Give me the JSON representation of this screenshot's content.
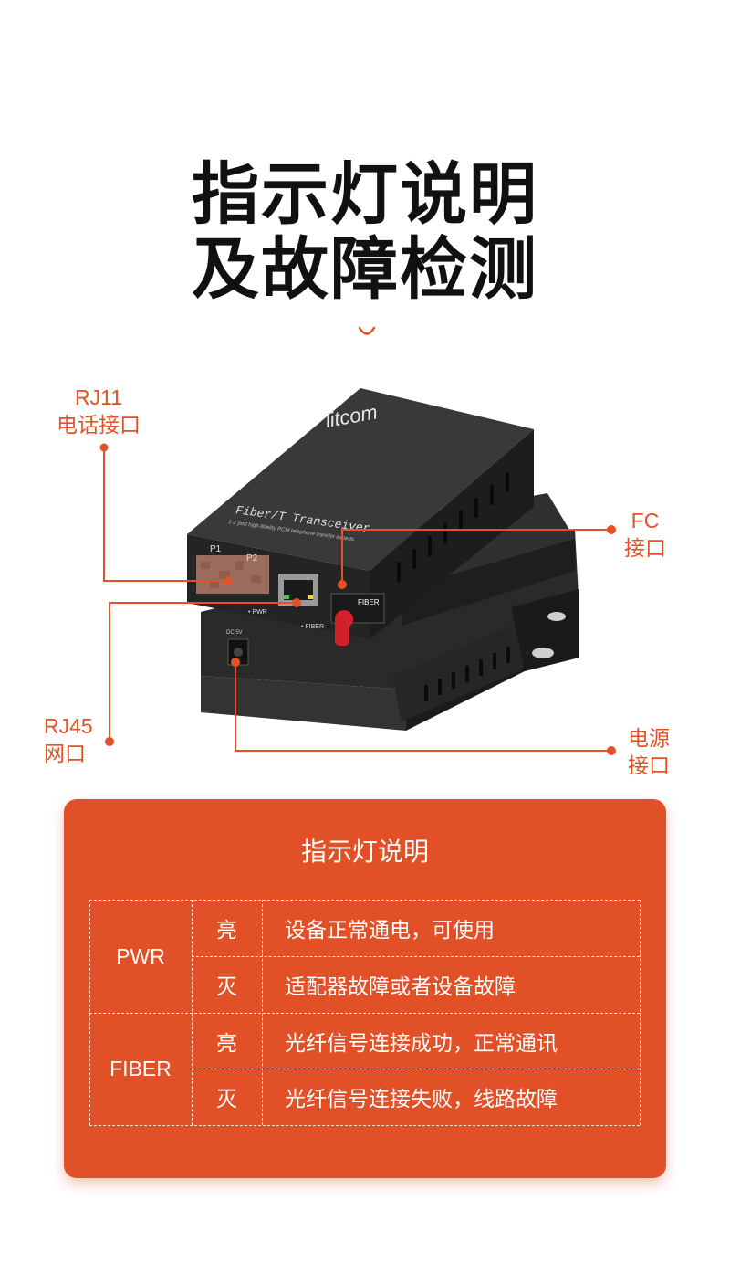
{
  "title": {
    "line1": "指示灯说明",
    "line2": "及故障检测"
  },
  "colors": {
    "accent": "#e15026",
    "title": "#111111",
    "panel_text": "#ffffff"
  },
  "callouts": {
    "rj11": {
      "line1": "RJ11",
      "line2": "电话接口"
    },
    "rj45": {
      "line1": "RJ45",
      "line2": "网口"
    },
    "fc": {
      "line1": "FC",
      "line2": "接口"
    },
    "power": {
      "line1": "电源",
      "line2": "接口"
    }
  },
  "device": {
    "brand": "iitcom",
    "model_label": "Fiber/T Transceiver",
    "subtitle": "1-2 port high-fidelity PCM telephone transfer experts",
    "port_labels": [
      "P1",
      "P2"
    ],
    "led_labels": [
      "PWR",
      "FIBER"
    ],
    "fiber_port_label": "FIBER",
    "power_label": "DC 5V"
  },
  "panel": {
    "title": "指示灯说明",
    "rows": [
      {
        "indicator": "PWR",
        "states": [
          {
            "state": "亮",
            "meaning": "设备正常通电，可使用"
          },
          {
            "state": "灭",
            "meaning": "适配器故障或者设备故障"
          }
        ]
      },
      {
        "indicator": "FIBER",
        "states": [
          {
            "state": "亮",
            "meaning": "光纤信号连接成功，正常通讯"
          },
          {
            "state": "灭",
            "meaning": "光纤信号连接失败，线路故障"
          }
        ]
      }
    ]
  }
}
